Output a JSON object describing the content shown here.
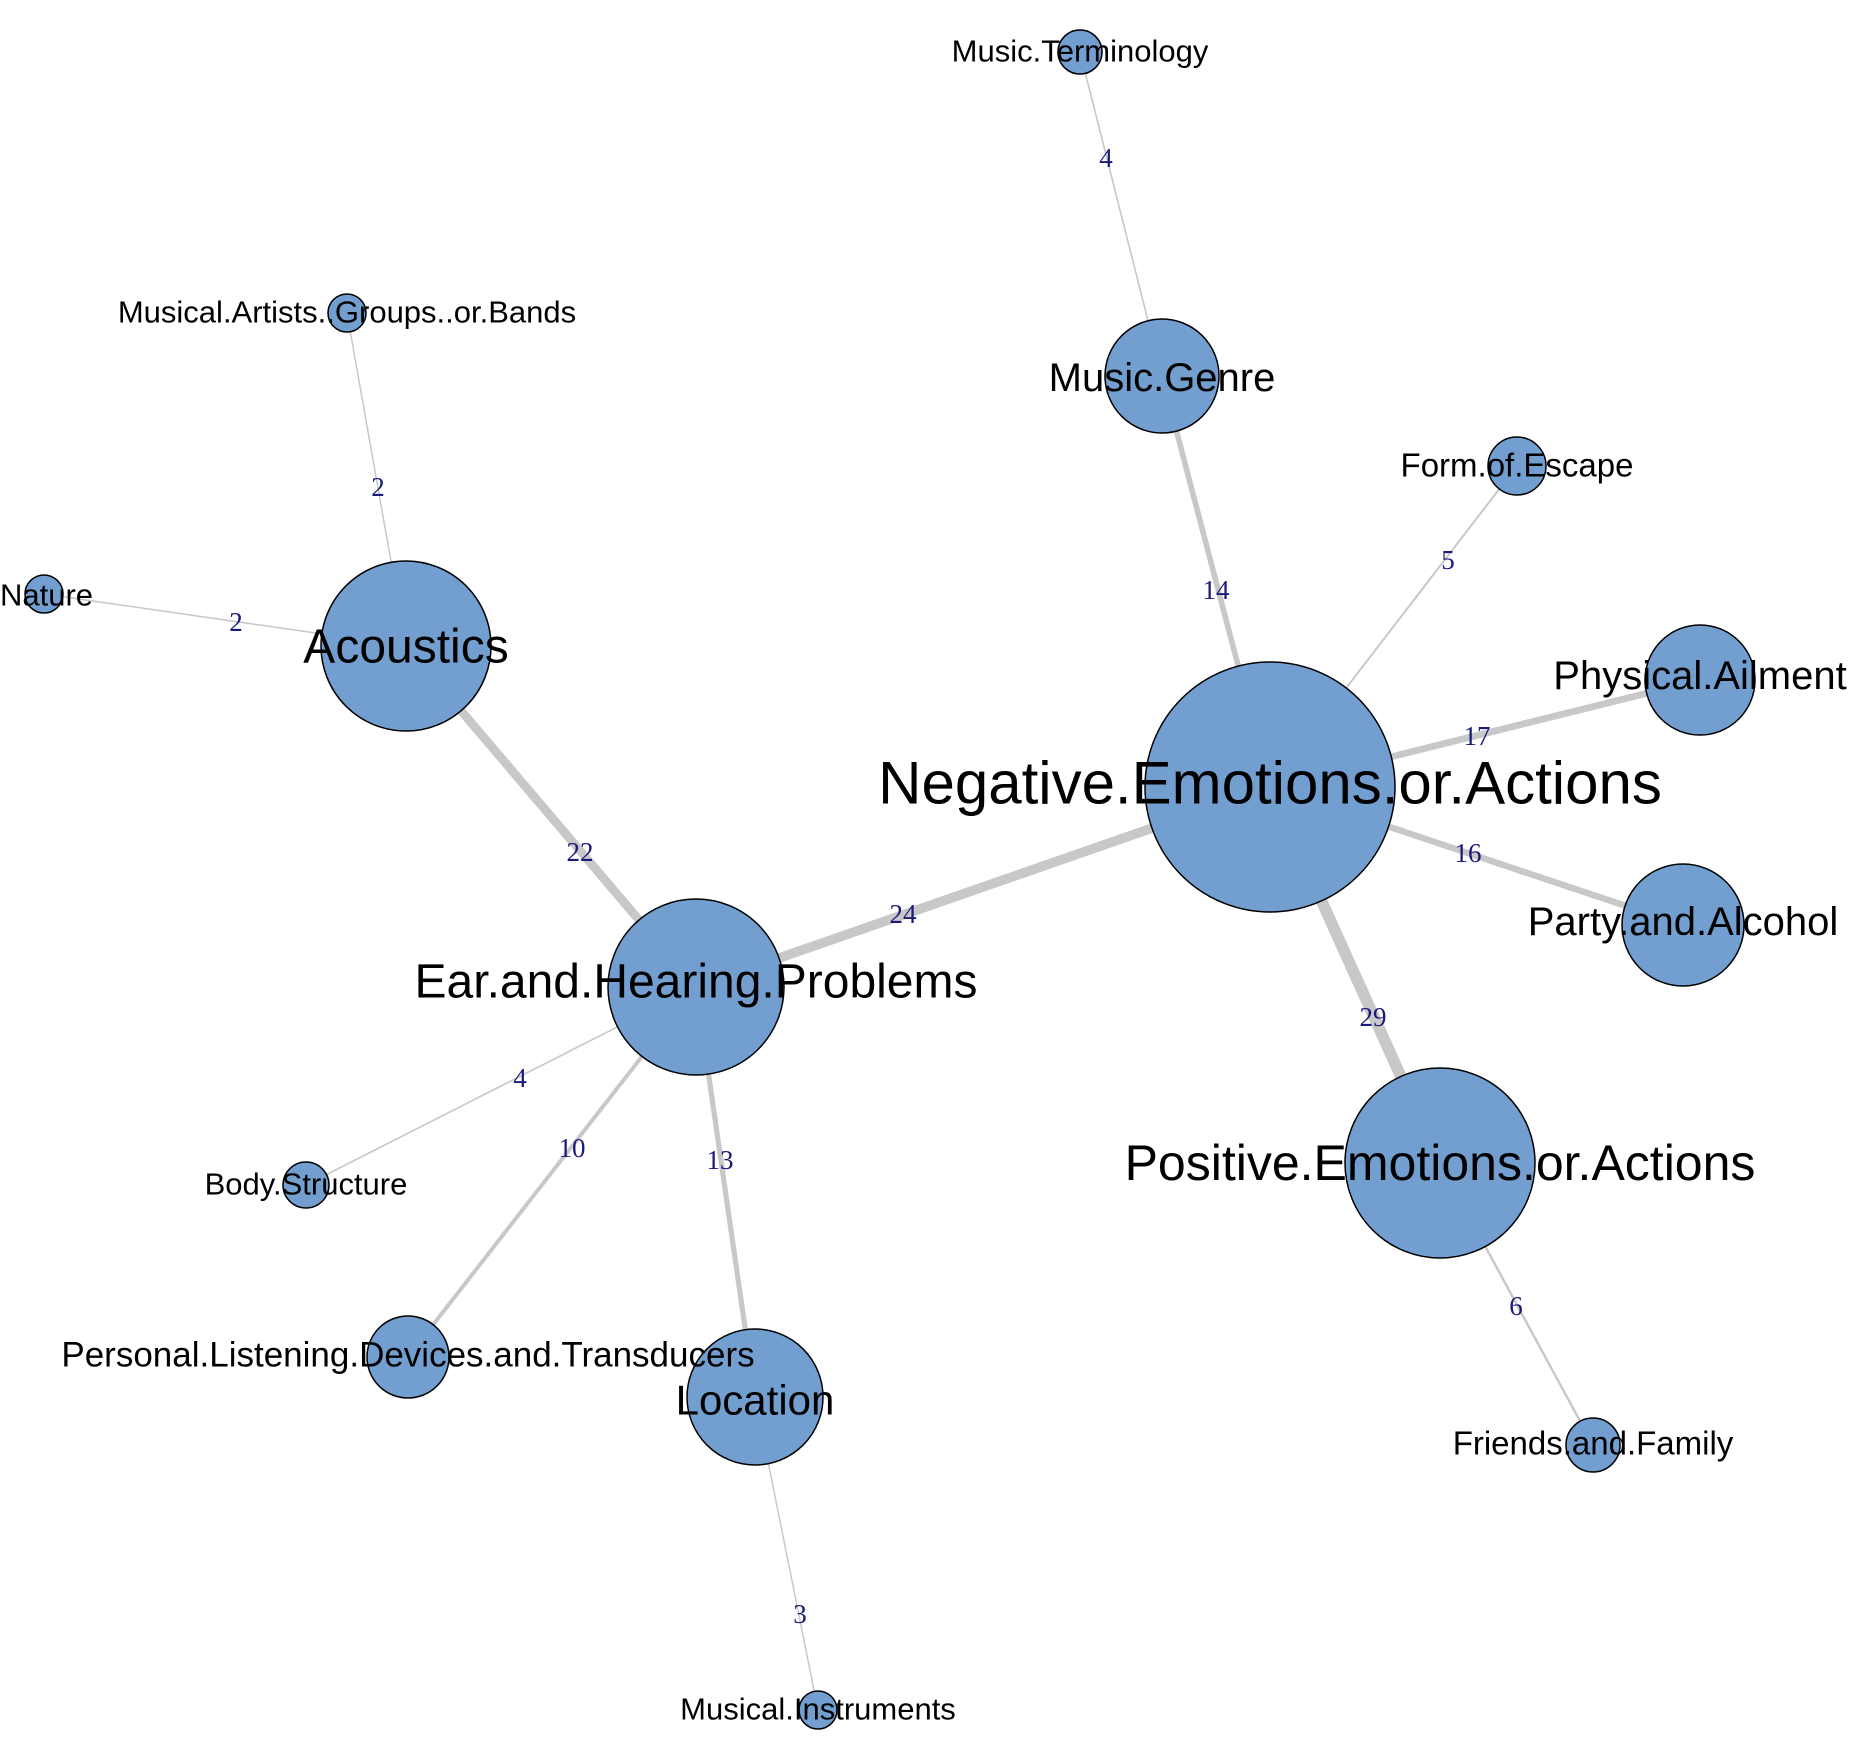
{
  "colors": {
    "node_fill": "#729fcf",
    "edge_stroke": "#c8c8c8",
    "edge_label": "#1a1a7a",
    "node_stroke": "#000000"
  },
  "nodes": [
    {
      "id": "nec",
      "label": "Negative.Emotions.or.Actions"
    },
    {
      "id": "ehp",
      "label": "Ear.and.Hearing.Problems"
    },
    {
      "id": "pea",
      "label": "Positive.Emotions.or.Actions"
    },
    {
      "id": "aco",
      "label": "Acoustics"
    },
    {
      "id": "mge",
      "label": "Music.Genre"
    },
    {
      "id": "phy",
      "label": "Physical.Ailment"
    },
    {
      "id": "paa",
      "label": "Party.and.Alcohol"
    },
    {
      "id": "loc",
      "label": "Location"
    },
    {
      "id": "pld",
      "label": "Personal.Listening.Devices.and.Transducers"
    },
    {
      "id": "foe",
      "label": "Form.of.Escape"
    },
    {
      "id": "mte",
      "label": "Music.Terminology"
    },
    {
      "id": "mag",
      "label": "Musical.Artists..Groups..or.Bands"
    },
    {
      "id": "nat",
      "label": "Nature"
    },
    {
      "id": "bst",
      "label": "Body.Structure"
    },
    {
      "id": "fam",
      "label": "Friends.and.Family"
    },
    {
      "id": "min",
      "label": "Musical.Instruments"
    }
  ],
  "edges": [
    {
      "from": "mte",
      "to": "mge",
      "weight": 4,
      "label": "4"
    },
    {
      "from": "mag",
      "to": "aco",
      "weight": 2,
      "label": "2"
    },
    {
      "from": "nat",
      "to": "aco",
      "weight": 2,
      "label": "2"
    },
    {
      "from": "aco",
      "to": "ehp",
      "weight": 22,
      "label": "22"
    },
    {
      "from": "mge",
      "to": "nec",
      "weight": 14,
      "label": "14"
    },
    {
      "from": "foe",
      "to": "nec",
      "weight": 5,
      "label": "5"
    },
    {
      "from": "nec",
      "to": "phy",
      "weight": 17,
      "label": "17"
    },
    {
      "from": "nec",
      "to": "paa",
      "weight": 16,
      "label": "16"
    },
    {
      "from": "ehp",
      "to": "nec",
      "weight": 24,
      "label": "24"
    },
    {
      "from": "nec",
      "to": "pea",
      "weight": 29,
      "label": "29"
    },
    {
      "from": "ehp",
      "to": "bst",
      "weight": 4,
      "label": "4"
    },
    {
      "from": "ehp",
      "to": "pld",
      "weight": 10,
      "label": "10"
    },
    {
      "from": "ehp",
      "to": "loc",
      "weight": 13,
      "label": "13"
    },
    {
      "from": "pea",
      "to": "fam",
      "weight": 6,
      "label": "6"
    },
    {
      "from": "loc",
      "to": "min",
      "weight": 3,
      "label": "3"
    }
  ]
}
